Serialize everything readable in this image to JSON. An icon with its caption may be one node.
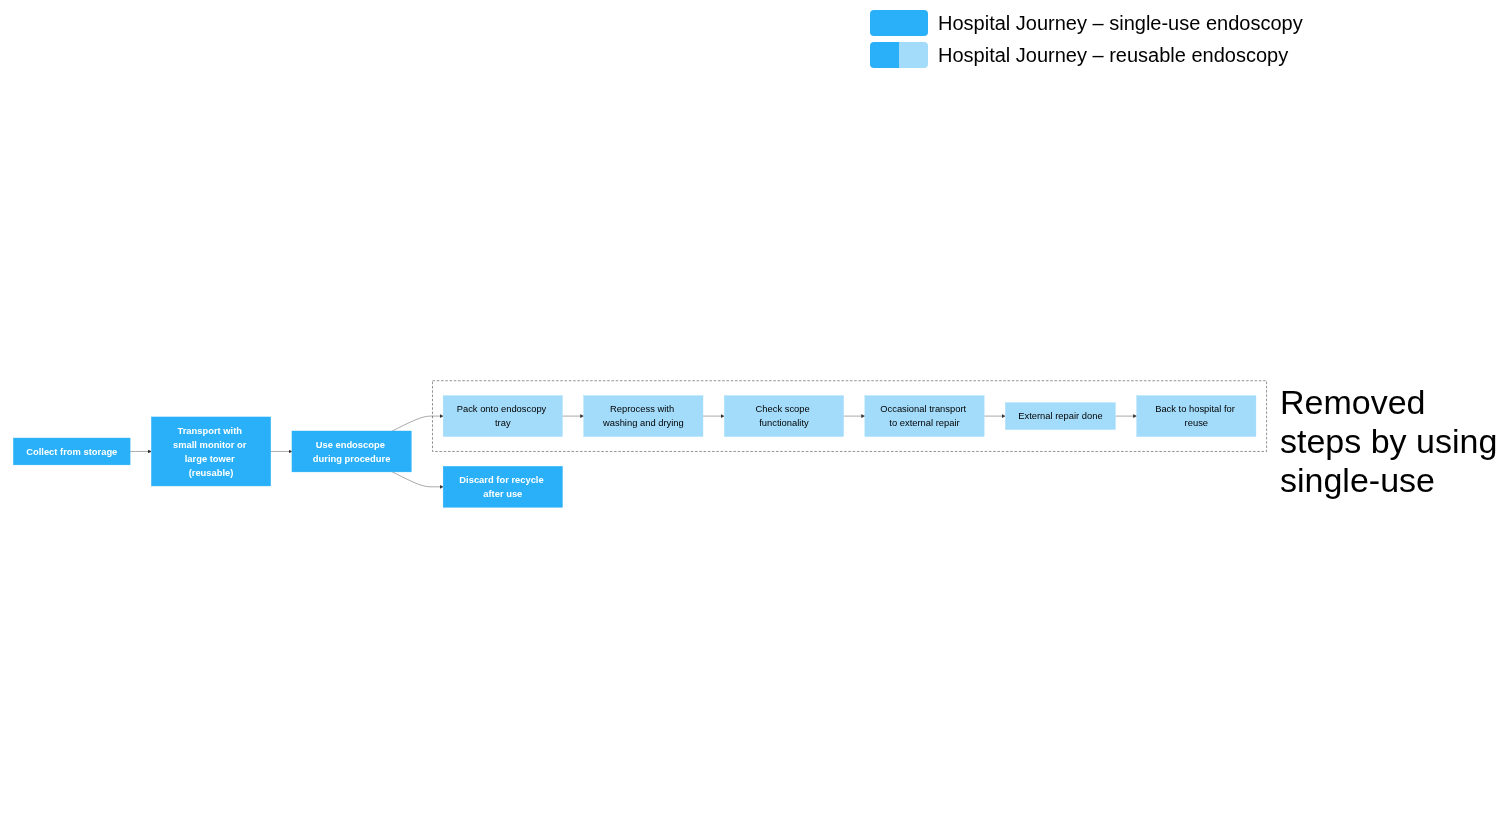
{
  "diagram": {
    "nodes": [
      {
        "text": [
          "Collect from storage"
        ]
      },
      {
        "text": [
          "Transport with small monitor or large tower (reusable)"
        ]
      },
      {
        "text": [
          "Use endoscope during procedure"
        ]
      },
      {
        "text": [
          "Discard for recycle after use"
        ]
      },
      {
        "text": [],
        "shape": "box",
        "beside": [
          "Removed steps by using single-use"
        ]
      },
      {
        "text": [
          "Pack onto endoscopy tray"
        ],
        "in": 4
      },
      {
        "text": [
          "Reprocess with washing and drying"
        ],
        "in": 4
      },
      {
        "text": [
          "Check scope functionality"
        ],
        "in": 4
      },
      {
        "text": [
          "Occasional transport to external repair"
        ],
        "in": 4
      },
      {
        "text": [
          "External repair done"
        ],
        "in": 4
      },
      {
        "text": [
          "Back to hospital for reuse"
        ],
        "in": 4
      }
    ],
    "edges": [
      {
        "from": 0,
        "to": 1,
        "arrow": "to"
      },
      {
        "from": 1,
        "to": 2,
        "arrow": "to"
      },
      {
        "from": 2,
        "to": 3,
        "arrow": "to"
      },
      {
        "from": 2,
        "to": 5,
        "arrow": "to"
      },
      {
        "from": 5,
        "to": 6,
        "arrow": "to"
      },
      {
        "from": 6,
        "to": 7,
        "arrow": "to"
      },
      {
        "from": 7,
        "to": 8,
        "arrow": "to"
      },
      {
        "from": 8,
        "to": 9,
        "arrow": "to"
      },
      {
        "from": 9,
        "to": 10,
        "arrow": "to"
      }
    ],
    "legend": [
      {
        "text": "Hospital Journey – single-use endoscopy",
        "color": "#29b0f8"
      },
      {
        "text": "Hospital Journey – reusable endoscopy",
        "color": "#a3dcfb"
      }
    ]
  }
}
